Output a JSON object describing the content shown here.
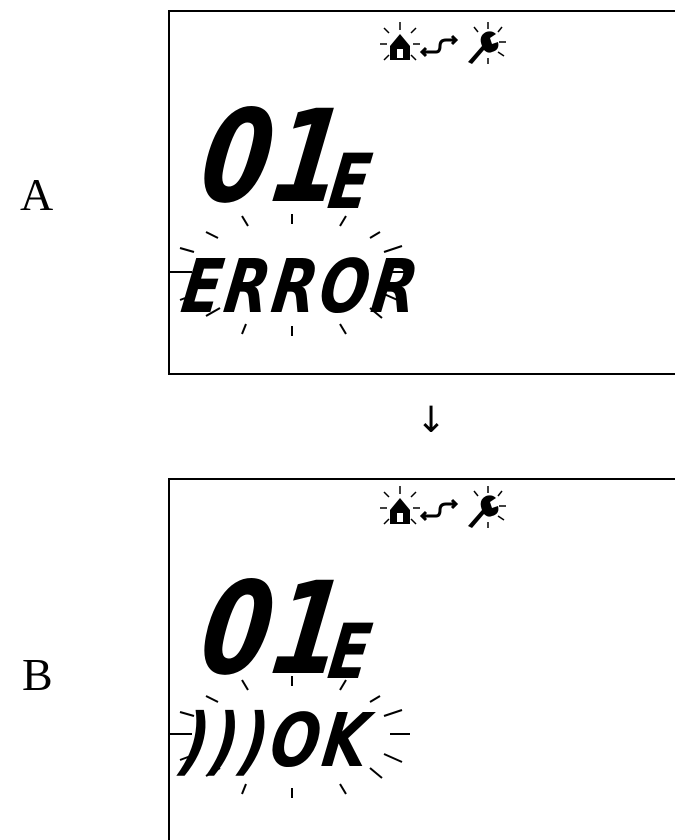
{
  "panels": [
    {
      "label": "A",
      "code": "01",
      "code_suffix": "E",
      "message": "ERROR"
    },
    {
      "label": "B",
      "code": "01",
      "code_suffix": "E",
      "message": ")))OK"
    }
  ],
  "arrow": "↓",
  "icons": [
    "house-alarm-icon",
    "link-arrow-icon",
    "wrench-alarm-icon"
  ]
}
